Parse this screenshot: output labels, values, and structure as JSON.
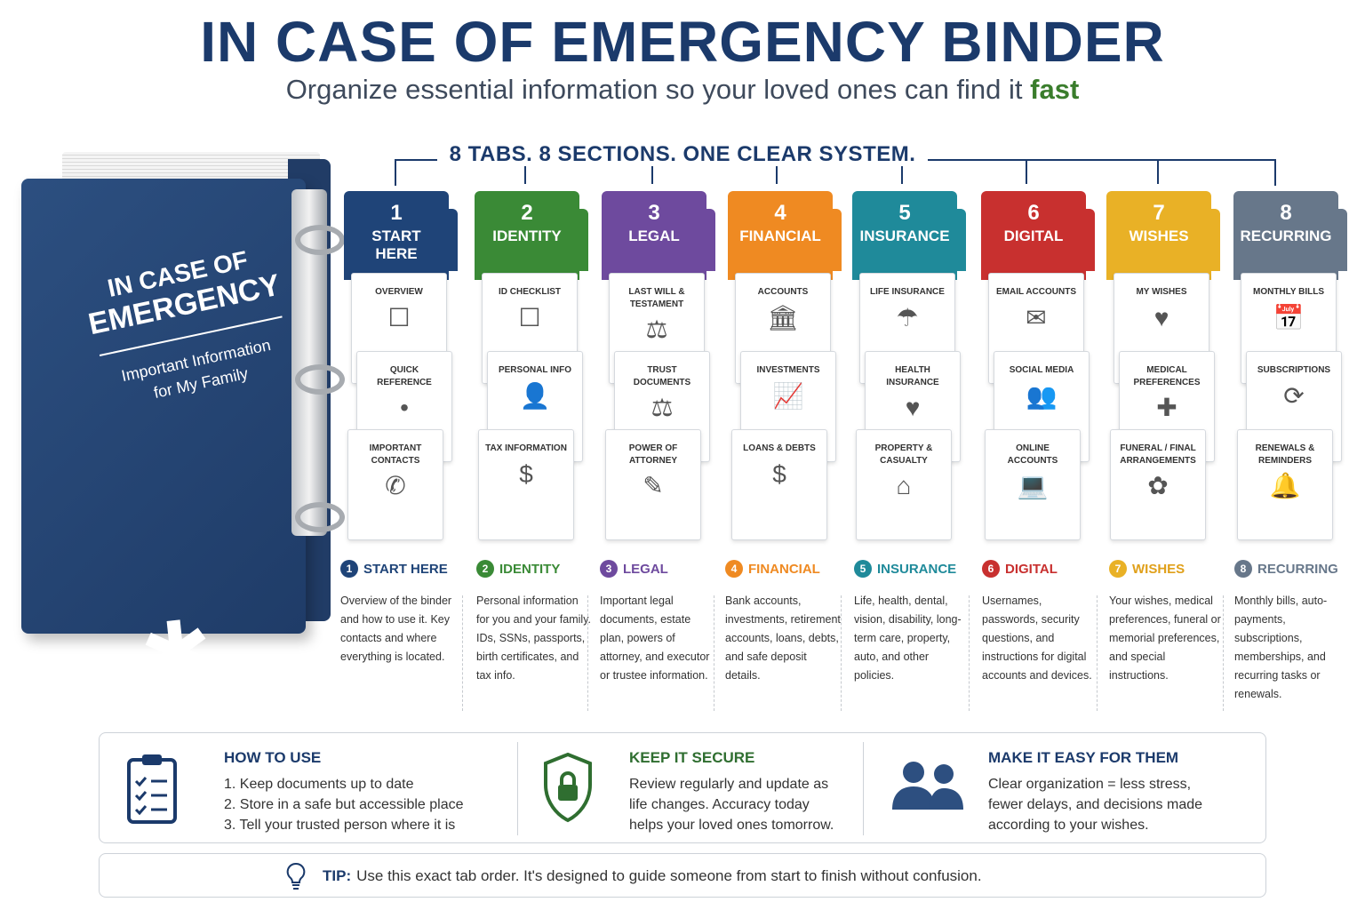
{
  "header": {
    "title": "IN CASE OF EMERGENCY BINDER",
    "subtitle_main": "Organize essential information so your loved ones can find it ",
    "subtitle_accent": "fast",
    "bracket_label": "8 TABS. 8 SECTIONS. ONE CLEAR SYSTEM."
  },
  "binder": {
    "cover_line1": "IN CASE OF",
    "cover_line2": "EMERGENCY",
    "cover_line3": "Important Information",
    "cover_line4": "for My Family",
    "emblem_icon": "star-of-life-icon"
  },
  "tabs": [
    {
      "num": "1",
      "label1": "START",
      "label2": "HERE",
      "color": "#1f4478",
      "cards": [
        {
          "l": "OVERVIEW",
          "icon": "checklist-icon",
          "g": "☐"
        },
        {
          "l": "QUICK REFERENCE",
          "icon": "bullet-list-icon",
          "g": "•"
        },
        {
          "l": "IMPORTANT CONTACTS",
          "icon": "phone-icon",
          "g": "✆"
        }
      ],
      "head": "START HERE",
      "desc": "Overview of the binder and how to use it. Key contacts and where everything is located."
    },
    {
      "num": "2",
      "label1": "IDENTITY",
      "label2": "",
      "color": "#3a8a36",
      "cards": [
        {
          "l": "ID CHECKLIST",
          "icon": "checklist-icon",
          "g": "☐"
        },
        {
          "l": "PERSONAL INFO",
          "icon": "person-icon",
          "g": "👤"
        },
        {
          "l": "TAX INFORMATION",
          "icon": "dollar-icon",
          "g": "$"
        }
      ],
      "head": "IDENTITY",
      "desc": "Personal information for you and your family. IDs, SSNs, passports, birth certificates, and tax info."
    },
    {
      "num": "3",
      "label1": "LEGAL",
      "label2": "",
      "color": "#6e4a9e",
      "cards": [
        {
          "l": "LAST WILL & TESTAMENT",
          "icon": "scales-icon",
          "g": "⚖"
        },
        {
          "l": "TRUST DOCUMENTS",
          "icon": "scales-icon",
          "g": "⚖"
        },
        {
          "l": "POWER OF ATTORNEY",
          "icon": "pen-icon",
          "g": "✎"
        }
      ],
      "head": "LEGAL",
      "desc": "Important legal documents, estate plan, powers of attorney, and executor or trustee information."
    },
    {
      "num": "4",
      "label1": "FINANCIAL",
      "label2": "",
      "color": "#ef8a22",
      "cards": [
        {
          "l": "ACCOUNTS",
          "icon": "bank-icon",
          "g": "🏛"
        },
        {
          "l": "INVESTMENTS",
          "icon": "growth-chart-icon",
          "g": "📈"
        },
        {
          "l": "LOANS & DEBTS",
          "icon": "dollar-icon",
          "g": "$"
        }
      ],
      "head": "FINANCIAL",
      "desc": "Bank accounts, investments, retirement accounts, loans, debts, and safe deposit details."
    },
    {
      "num": "5",
      "label1": "INSURANCE",
      "label2": "",
      "color": "#1f8a9a",
      "cards": [
        {
          "l": "LIFE INSURANCE",
          "icon": "umbrella-icon",
          "g": "☂"
        },
        {
          "l": "HEALTH INSURANCE",
          "icon": "heart-pulse-icon",
          "g": "♥"
        },
        {
          "l": "PROPERTY & CASUALTY",
          "icon": "house-icon",
          "g": "⌂"
        }
      ],
      "head": "INSURANCE",
      "desc": "Life, health, dental, vision, disability, long-term care, property, auto, and other policies."
    },
    {
      "num": "6",
      "label1": "DIGITAL",
      "label2": "",
      "color": "#c8302f",
      "cards": [
        {
          "l": "EMAIL ACCOUNTS",
          "icon": "envelope-icon",
          "g": "✉"
        },
        {
          "l": "SOCIAL MEDIA",
          "icon": "people-icon",
          "g": "👥"
        },
        {
          "l": "ONLINE ACCOUNTS",
          "icon": "laptop-icon",
          "g": "💻"
        }
      ],
      "head": "DIGITAL",
      "desc": "Usernames, passwords, security questions, and instructions for digital accounts and devices."
    },
    {
      "num": "7",
      "label1": "WISHES",
      "label2": "",
      "color": "#e9b126",
      "cards": [
        {
          "l": "MY WISHES",
          "icon": "heart-icon",
          "g": "♥"
        },
        {
          "l": "MEDICAL PREFERENCES",
          "icon": "medical-cross-icon",
          "g": "✚"
        },
        {
          "l": "FUNERAL / FINAL ARRANGEMENTS",
          "icon": "flower-icon",
          "g": "✿"
        }
      ],
      "head": "WISHES",
      "desc": "Your wishes, medical preferences, funeral or memorial preferences, and special instructions."
    },
    {
      "num": "8",
      "label1": "RECURRING",
      "label2": "",
      "color": "#67778a",
      "cards": [
        {
          "l": "MONTHLY BILLS",
          "icon": "calendar-icon",
          "g": "📅"
        },
        {
          "l": "SUBSCRIPTIONS",
          "icon": "refresh-icon",
          "g": "⟳"
        },
        {
          "l": "RENEWALS & REMINDERS",
          "icon": "bell-icon",
          "g": "🔔"
        }
      ],
      "head": "RECURRING",
      "desc": "Monthly bills, auto-payments, subscriptions, memberships, and recurring tasks or renewals."
    }
  ],
  "info": {
    "how": {
      "title": "HOW TO USE",
      "l1": "1.  Keep documents up to date",
      "l2": "2.  Store in a safe but accessible place",
      "l3": "3.  Tell your trusted person where it is",
      "icon": "clipboard-checklist-icon"
    },
    "secure": {
      "title": "KEEP IT SECURE",
      "l1": "Review regularly and update as",
      "l2": "life changes. Accuracy today",
      "l3": "helps your loved ones tomorrow.",
      "icon": "shield-lock-icon"
    },
    "easy": {
      "title": "MAKE IT EASY FOR THEM",
      "l1": "Clear organization = less stress,",
      "l2": "fewer delays, and decisions made",
      "l3": "according to your wishes.",
      "icon": "people-icon"
    }
  },
  "tip": {
    "label": "TIP:",
    "text": "Use this exact tab order. It's designed to guide someone from start to finish without confusion.",
    "icon": "lightbulb-icon"
  },
  "colors": {
    "navy": "#1b3a6b",
    "green_accent": "#3a7d2c"
  }
}
